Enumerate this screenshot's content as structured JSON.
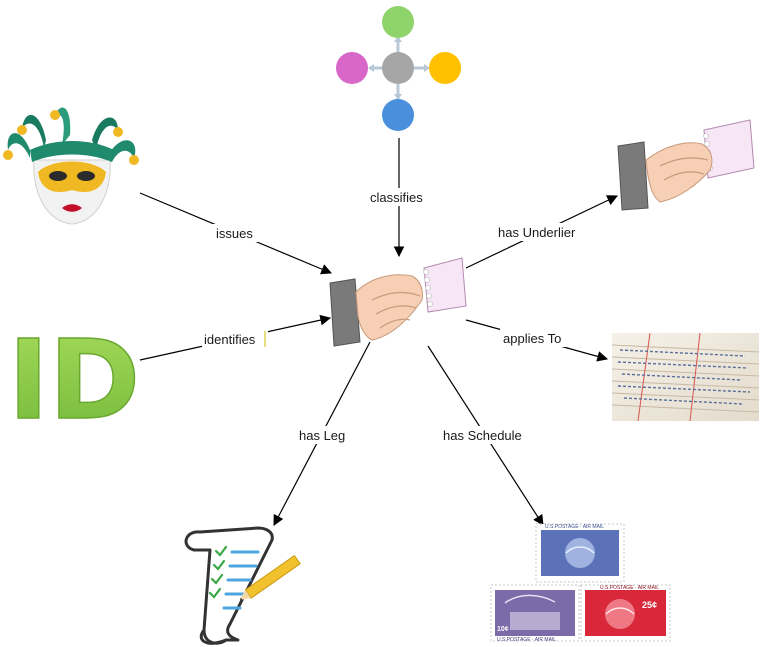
{
  "diagram": {
    "edges": [
      {
        "id": "issues",
        "label": "issues"
      },
      {
        "id": "classifies",
        "label": "classifies"
      },
      {
        "id": "has-underlier",
        "label": "has Underlier"
      },
      {
        "id": "identifies",
        "label": "identifies"
      },
      {
        "id": "applies-to",
        "label": "applies To"
      },
      {
        "id": "has-leg",
        "label": "has Leg"
      },
      {
        "id": "has-schedule",
        "label": "has Schedule"
      }
    ],
    "nodes": {
      "identifier_text": "ID",
      "stamp_top_header": "U.S.POSTAGE · AIR MAIL",
      "stamp_left_header": "U.S.POSTAGE · AIR MAIL",
      "stamp_left_value": "10¢",
      "stamp_right_header": "U.S.POSTAGE · AIR MAIL",
      "stamp_right_value": "25¢"
    }
  },
  "colors": {
    "circle_green": "#8fd46b",
    "circle_magenta": "#d767c9",
    "circle_gray": "#a6a6a6",
    "circle_yellow": "#ffc000",
    "circle_blue": "#4a8fdc",
    "id_green": "#8fcf4a",
    "mask_teal": "#1f8a6d",
    "mask_gold": "#f0b823"
  }
}
